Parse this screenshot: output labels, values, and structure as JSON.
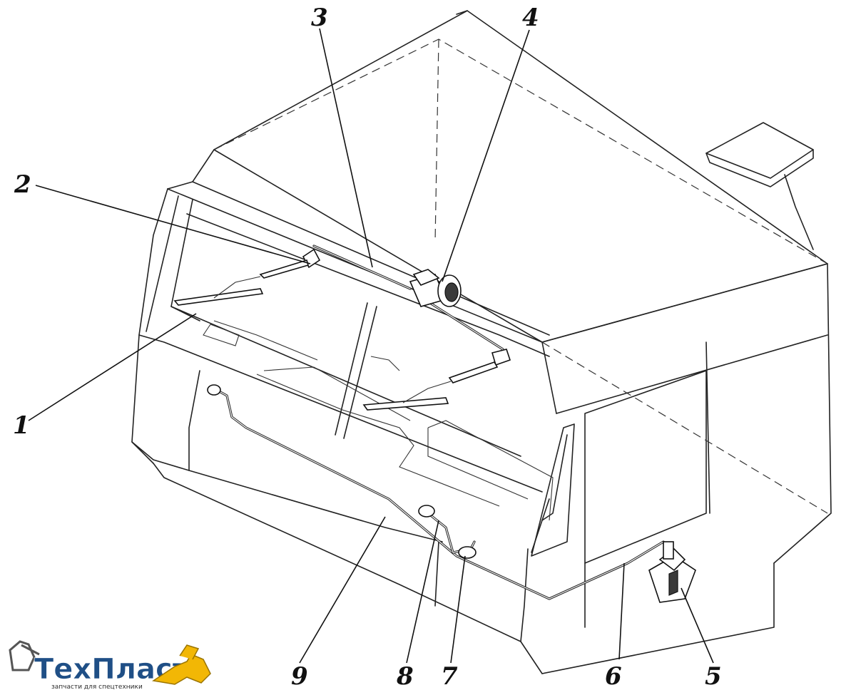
{
  "part_numbers": [
    {
      "id": "p1",
      "label": "1"
    },
    {
      "id": "p2",
      "label": "2"
    },
    {
      "id": "p3",
      "label": "3"
    },
    {
      "id": "p4",
      "label": "4"
    },
    {
      "id": "p5",
      "label": "5"
    },
    {
      "id": "p6",
      "label": "6"
    },
    {
      "id": "p7",
      "label": "7"
    },
    {
      "id": "p8",
      "label": "8"
    },
    {
      "id": "p9",
      "label": "9"
    }
  ],
  "logo": {
    "name": "ТехПласт",
    "tagline": "запчасти для спецтехники",
    "icon": "excavator-arm-icon",
    "colors": {
      "text": "#1f4f86",
      "icon": "#f2b705"
    }
  }
}
